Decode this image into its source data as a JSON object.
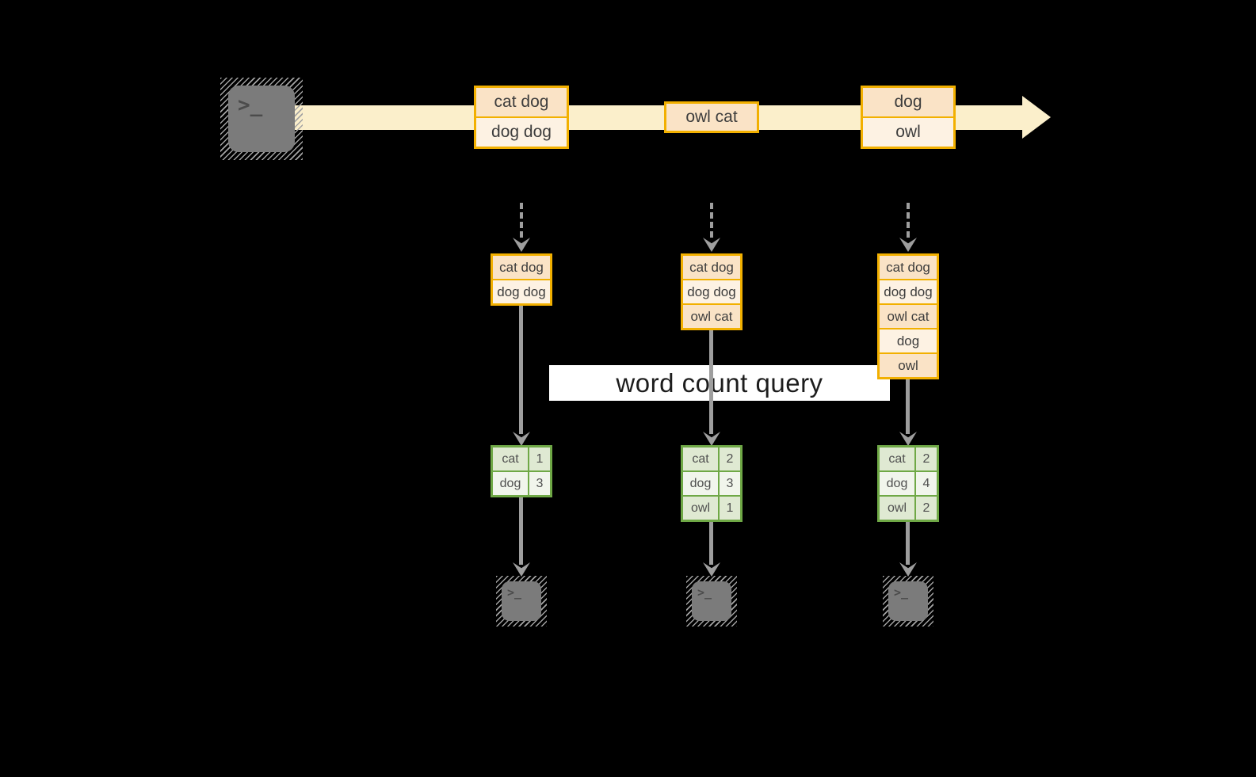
{
  "query": {
    "label": "word count query"
  },
  "icons": {
    "terminal_prompt": ">_"
  },
  "colors": {
    "background": "#000000",
    "stream_arrow": "#FBEFCB",
    "record_border": "#F2B000",
    "record_cell_dark": "#FAE3C6",
    "record_cell_light": "#FDF2E3",
    "table_border": "#6FA846",
    "table_cell_dark": "#DFE9D2",
    "table_cell_light": "#F1F5EC",
    "connector_gray": "#9E9E9E",
    "terminal_gray": "#7B7B7B",
    "label_background": "#FFFFFF"
  },
  "timeline": {
    "batches": [
      {
        "lines": [
          "cat dog",
          "dog dog"
        ]
      },
      {
        "lines": [
          "owl cat"
        ]
      },
      {
        "lines": [
          "dog",
          "owl"
        ]
      }
    ]
  },
  "columns": [
    {
      "state": {
        "lines": [
          "cat dog",
          "dog dog"
        ]
      },
      "counts": {
        "rows": [
          [
            "cat",
            "1"
          ],
          [
            "dog",
            "3"
          ]
        ]
      }
    },
    {
      "state": {
        "lines": [
          "cat dog",
          "dog dog",
          "owl cat"
        ]
      },
      "counts": {
        "rows": [
          [
            "cat",
            "2"
          ],
          [
            "dog",
            "3"
          ],
          [
            "owl",
            "1"
          ]
        ]
      }
    },
    {
      "state": {
        "lines": [
          "cat dog",
          "dog dog",
          "owl cat",
          "dog",
          "owl"
        ]
      },
      "counts": {
        "rows": [
          [
            "cat",
            "2"
          ],
          [
            "dog",
            "4"
          ],
          [
            "owl",
            "2"
          ]
        ]
      }
    }
  ]
}
